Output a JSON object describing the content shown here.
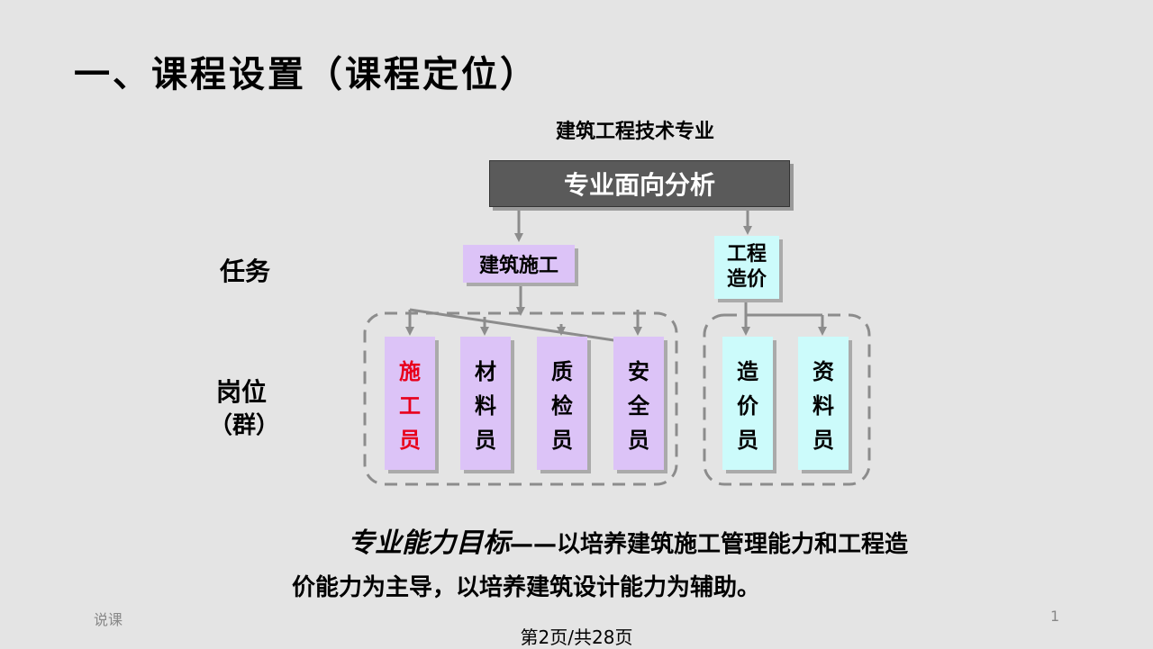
{
  "title": "一、课程设置（课程定位）",
  "major": "建筑工程技术专业",
  "root": "专业面向分析",
  "labels": {
    "task": "任务",
    "position": "岗位",
    "group": "（群）"
  },
  "tasks": [
    {
      "label": "建筑施工"
    },
    {
      "label": "工程\n造价"
    }
  ],
  "positions": [
    {
      "label": "施\n工\n员",
      "color": "#e8001c"
    },
    {
      "label": "材\n料\n员",
      "color": "#000000"
    },
    {
      "label": "质\n检\n员",
      "color": "#000000"
    },
    {
      "label": "安\n全\n员",
      "color": "#000000"
    },
    {
      "label": "造\n价\n员",
      "color": "#000000"
    },
    {
      "label": "资\n料\n员",
      "color": "#000000"
    }
  ],
  "goal": {
    "heading": "专业能力目标",
    "dash": "——",
    "line1_rest": "以培养建筑施工管理能力和工程造",
    "line2": "价能力为主导，以培养建筑设计能力为辅助。"
  },
  "footer": {
    "left": "说课",
    "right": "1",
    "page": "第2页/共28页"
  },
  "colors": {
    "root_bg": "#5a5a5a",
    "task_purple": "#dcc3f7",
    "task_cyan": "#ccfbfb",
    "highlight_red": "#e8001c",
    "connector": "#8c8c8c"
  }
}
